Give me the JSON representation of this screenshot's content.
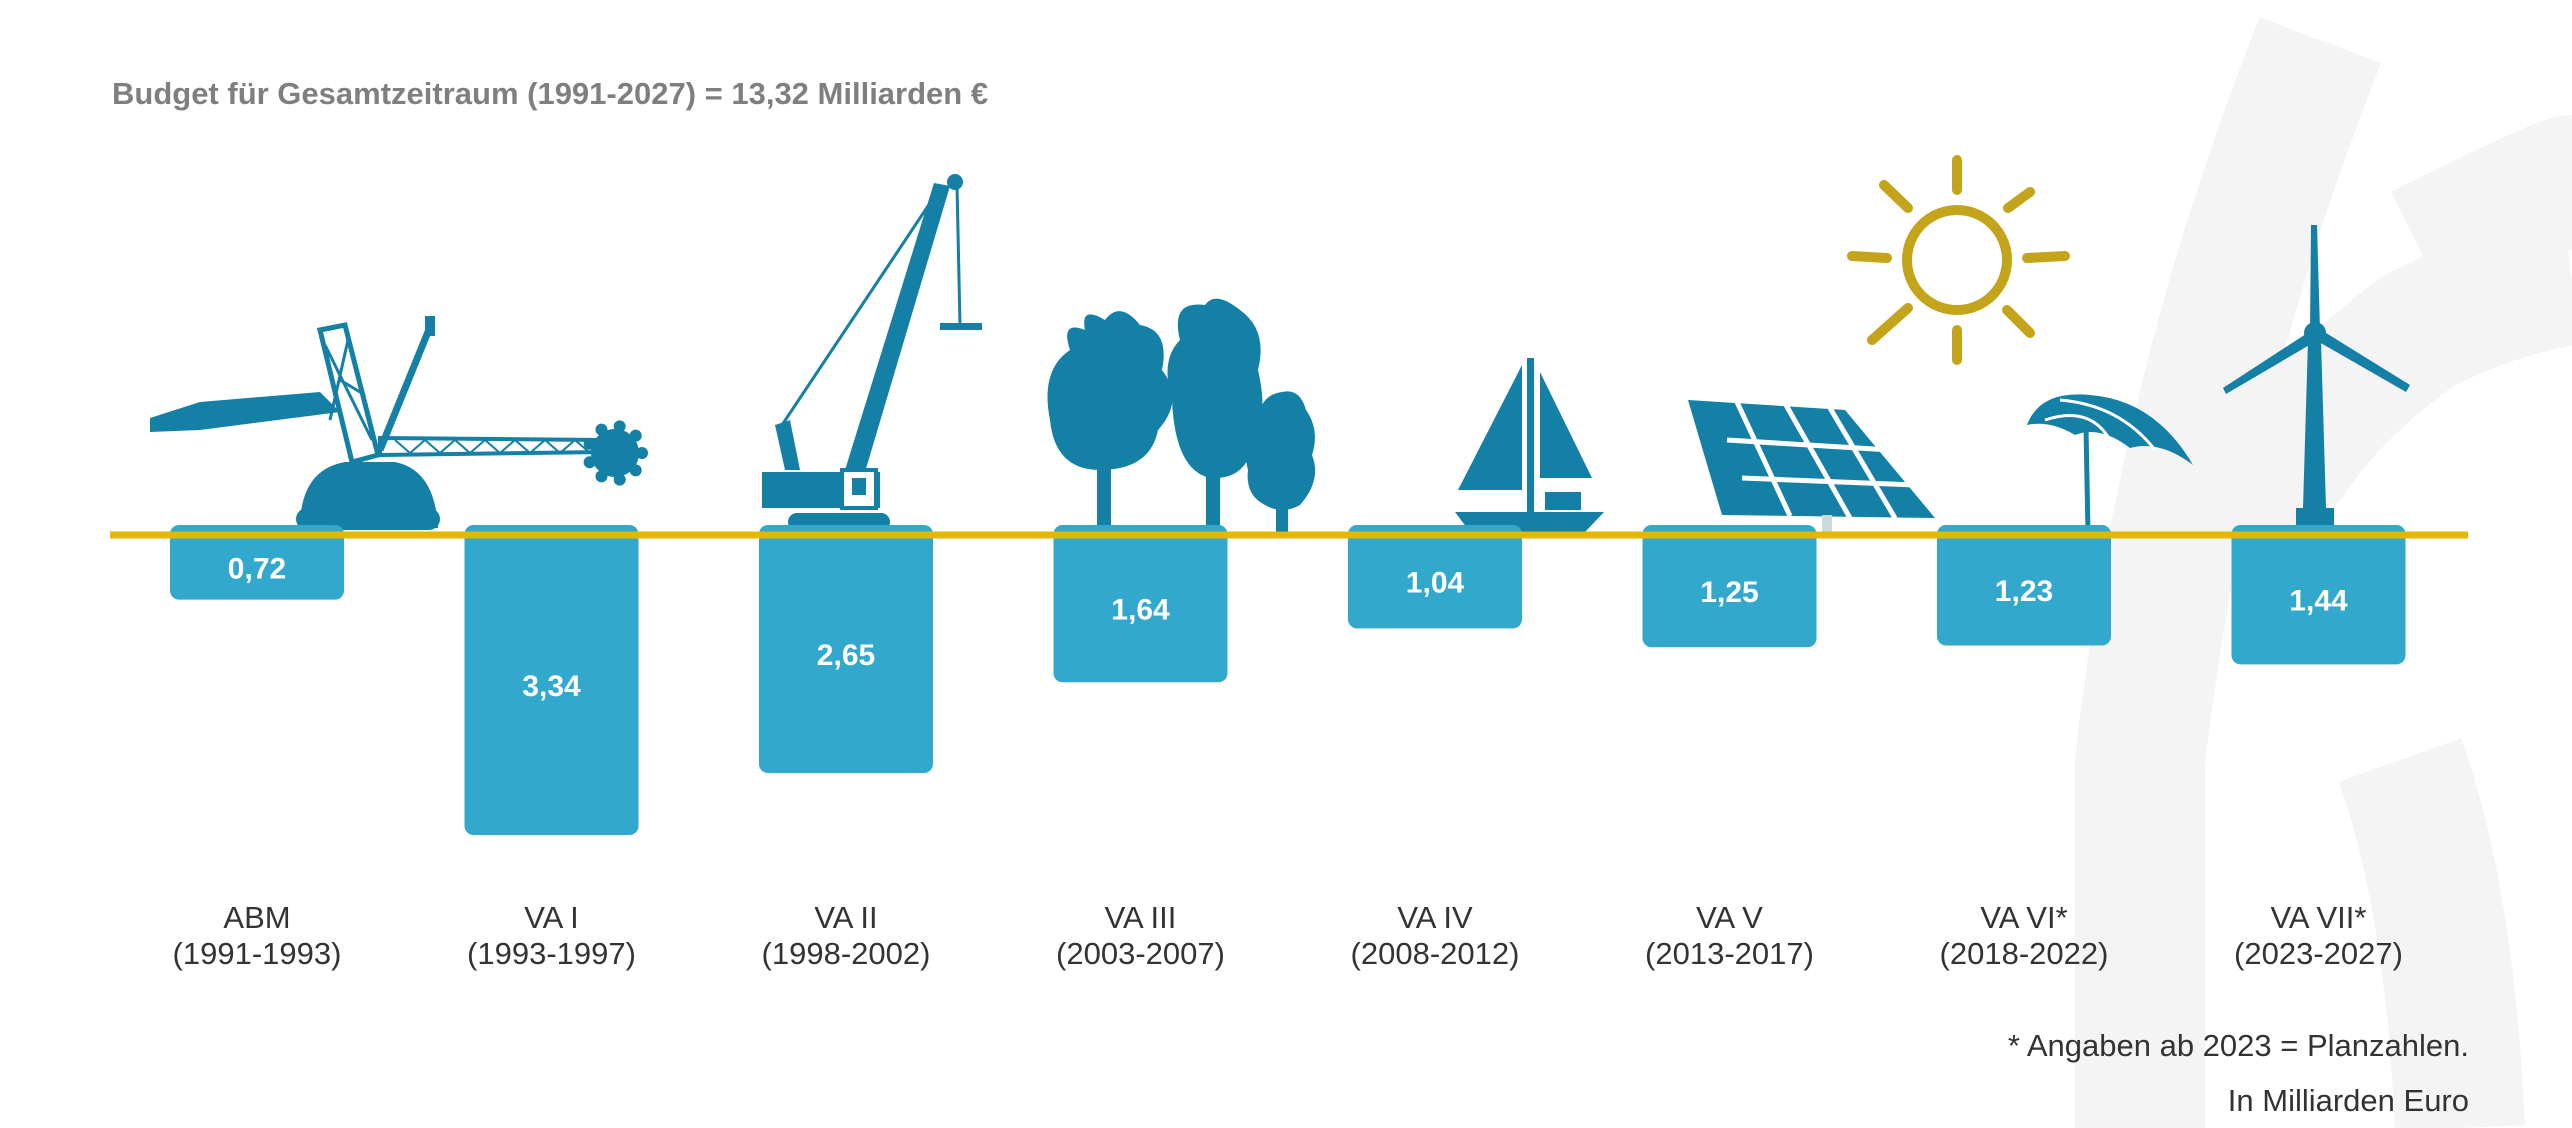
{
  "chart_data": {
    "type": "bar",
    "title": "Budget für Gesamtzeitraum (1991-2027) = 13,32 Milliarden €",
    "categories": [
      "ABM",
      "VA I",
      "VA II",
      "VA III",
      "VA IV",
      "VA V",
      "VA VI*",
      "VA VII*"
    ],
    "periods": [
      "(1991-1993)",
      "(1993-1997)",
      "(1998-2002)",
      "(2003-2007)",
      "(2008-2012)",
      "(2013-2017)",
      "(2018-2022)",
      "(2023-2027)"
    ],
    "values": [
      0.72,
      3.34,
      2.65,
      1.64,
      1.04,
      1.25,
      1.23,
      1.44
    ],
    "value_labels": [
      "0,72",
      "3,34",
      "2,65",
      "1,64",
      "1,04",
      "1,25",
      "1,23",
      "1,44"
    ],
    "ylim": [
      0,
      3.34
    ],
    "grid": false,
    "footnote": "* Angaben ab 2023 = Planzahlen.",
    "unit_note": "In Milliarden Euro",
    "icons": [
      "bucket-wheel-excavator-icon",
      "crawler-crane-icon",
      "drag-line-icon",
      "trees-icon",
      "sailboat-icon",
      "solar-panel-icon",
      "beach-umbrella-icon",
      "wind-turbine-icon"
    ],
    "colors": {
      "bar": "#33a8cd",
      "icon": "#1480a6",
      "axis": "#e2b800",
      "sun": "#c4a41a",
      "title": "#7f7f7f",
      "text": "#333333",
      "watermark": "#f3f3f3"
    }
  }
}
